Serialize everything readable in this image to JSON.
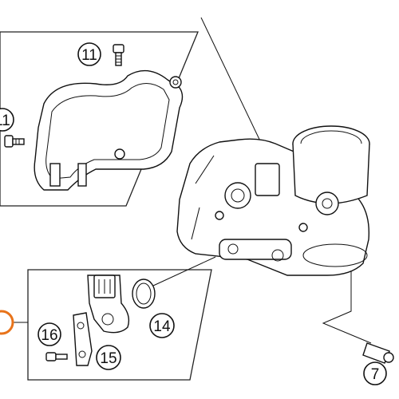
{
  "labels": {
    "part_11_top": "11",
    "part_11_left": "11",
    "part_14": "14",
    "part_15": "15",
    "part_16": "16",
    "part_7": "7"
  },
  "colors": {
    "line": "#111111",
    "highlight": "#e8731a",
    "background": "#ffffff"
  },
  "highlighted_callout": "orange-circle-left-edge"
}
